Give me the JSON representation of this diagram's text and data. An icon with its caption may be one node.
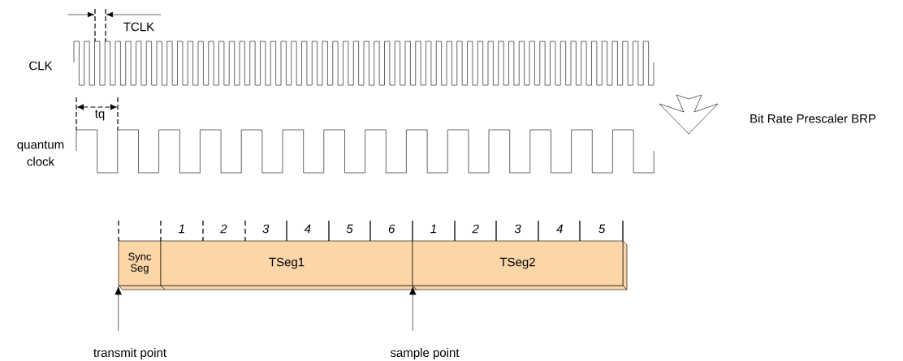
{
  "diagram": {
    "nodes": [
      {
        "text": [
          "Sync Seg"
        ]
      },
      {
        "text": [
          "TSeg1"
        ],
        "beside": [
          "1",
          "2",
          "3",
          "4",
          "5",
          "6"
        ]
      },
      {
        "text": [
          "TSeg2"
        ],
        "beside": [
          "1",
          "2",
          "3",
          "4",
          "5"
        ]
      },
      {
        "text": [
          "transmit point"
        ]
      },
      {
        "text": [
          "sample point"
        ]
      }
    ],
    "edges": [
      {
        "from": 3,
        "to": 0,
        "arrow": "to"
      },
      {
        "from": 4,
        "to": 1,
        "arrow": "to"
      }
    ],
    "labels": [
      "TCLK",
      "CLK",
      "tq",
      "Bit Rate Prescaler BRP",
      "quantum clock"
    ]
  }
}
